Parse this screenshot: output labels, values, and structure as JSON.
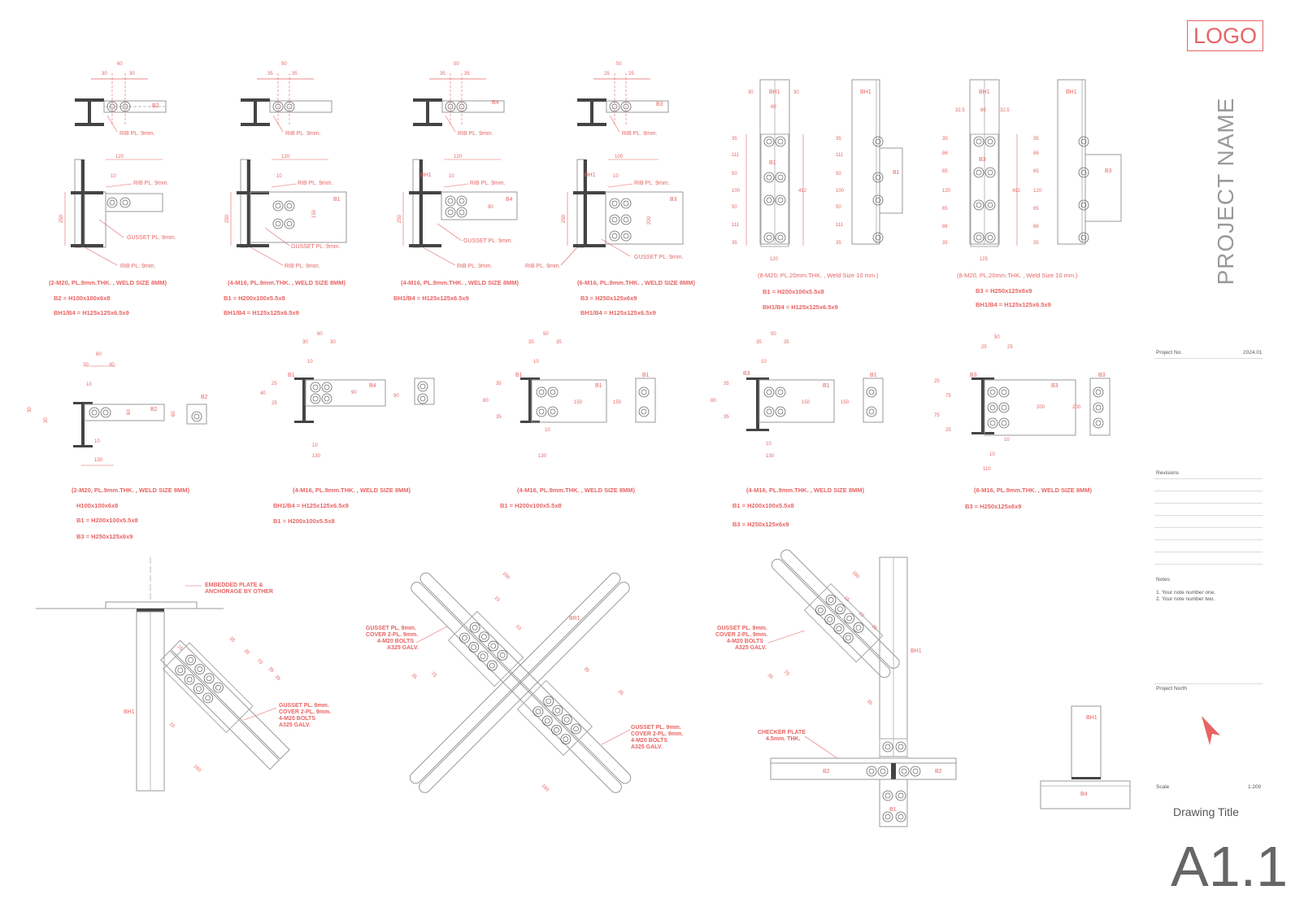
{
  "titleblock": {
    "logo": "LOGO",
    "project_name": "PROJECT NAME",
    "project_no_label": "Project No.",
    "project_no_value": "2024.01",
    "revisions_label": "Revisions",
    "notes_label": "Notes",
    "notes": [
      "1.  Your note number one.",
      "2.  Your note number two."
    ],
    "project_north_label": "Project North",
    "scale_label": "Scale",
    "scale_value": "1:200",
    "drawing_title": "Drawing Title",
    "sheet_number": "A1.1"
  },
  "colors": {
    "accent": "#e86464",
    "line": "#9a9a9a",
    "steel": "#444444"
  },
  "row1": {
    "details": [
      {
        "beam": "B2",
        "plan_dims": [
          "60",
          "30",
          "30"
        ],
        "elev_dims": [
          "120",
          "10",
          "250"
        ],
        "rib": "RIB PL. 9mm.",
        "gusset": "GUSSET PL. 9mm.",
        "spec": "(2-M20, PL.9mm.THK. , WELD SIZE 8MM)",
        "lines": [
          "B2 = H100x100x6x8",
          "BH1/B4 = H125x125x6.5x9"
        ]
      },
      {
        "beam": "B1",
        "plan_dims": [
          "50",
          "35",
          "35"
        ],
        "elev_dims": [
          "120",
          "10",
          "250",
          "150"
        ],
        "rib": "RIB PL. 9mm.",
        "gusset": "GUSSET PL. 9mm.",
        "spec": "(4-M16, PL.9mm.THK. , WELD SIZE 8MM)",
        "lines": [
          "B1 = H200x100x5.5x8",
          "BH1/B4 = H125x125x6.5x9"
        ]
      },
      {
        "beam": "B4",
        "top_beam": "BH1",
        "plan_dims": [
          "50",
          "35",
          "35"
        ],
        "elev_dims": [
          "120",
          "10",
          "250",
          "90"
        ],
        "rib": "RIB PL. 9mm.",
        "gusset": "GUSSET PL. 9mm.",
        "spec": "(4-M16, PL.9mm.THK. , WELD SIZE 8MM)",
        "lines": [
          "BH1/B4 = H125x125x6.5x9"
        ]
      },
      {
        "beam": "B3",
        "top_beam": "BH1",
        "plan_dims": [
          "50",
          "25",
          "25"
        ],
        "elev_dims": [
          "100",
          "10",
          "250",
          "200"
        ],
        "rib": "RIB PL. 9mm.",
        "gusset": "GUSSET PL. 9mm.",
        "spec": "(6-M16, PL.9mm.THK. , WELD SIZE 8MM)",
        "lines": [
          "B3 = H250x125x6x9",
          "BH1/B4 = H125x125x6.5x9"
        ]
      }
    ],
    "splices": [
      {
        "col": "BH1",
        "beam": "B1",
        "top_dims": [
          "30",
          "60",
          "30"
        ],
        "side_dims": [
          "35",
          "111",
          "50",
          "100",
          "50",
          "111",
          "35"
        ],
        "height": "492",
        "width": "120",
        "spec": "(8-M20, PL.20mm.THK. , Weld Size 10 mm.)",
        "lines": [
          "B1 = H200x100x5.5x8",
          "BH1/B4 = H125x125x6.5x9"
        ]
      },
      {
        "col": "BH1",
        "beam": "B3",
        "top_dims": [
          "32.5",
          "60",
          "32.5"
        ],
        "side_dims": [
          "35",
          "86",
          "65",
          "120",
          "65",
          "86",
          "35"
        ],
        "height": "492",
        "width": "125",
        "spec": "(8-M20, PL.20mm.THK. , Weld Size 10 mm.)",
        "lines": [
          "B3 = H250x125x6x9",
          "BH1/B4 = H125x125x6.5x9"
        ]
      }
    ]
  },
  "row2": {
    "details": [
      {
        "col": "",
        "beam": "B2",
        "top_dims": [
          "60",
          "30",
          "30",
          "10"
        ],
        "side_dims": [
          "30",
          "30"
        ],
        "bottom_dims": [
          "10",
          "130"
        ],
        "end_dim": "60",
        "spec": "(2-M20, PL.9mm.THK. , WELD SIZE 8MM)",
        "lines": [
          "H100x100x6x8",
          "B1 = H200x100x5.5x8",
          "B3 = H250x125x6x9"
        ]
      },
      {
        "col": "B1",
        "beam": "B4",
        "top_dims": [
          "60",
          "30",
          "30",
          "10"
        ],
        "side_dims": [
          "25",
          "40",
          "25"
        ],
        "bottom_dims": [
          "10",
          "130"
        ],
        "end_dim": "90",
        "spec": "(4-M16, PL.9mm.THK. , WELD SIZE 8MM)",
        "lines": [
          "BH1/B4 = H125x125x6.5x9",
          "B1 = H200x100x5.5x8"
        ]
      },
      {
        "col": "B1",
        "beam": "B1",
        "top_dims": [
          "50",
          "35",
          "35",
          "10"
        ],
        "side_dims": [
          "35",
          "80",
          "35"
        ],
        "bottom_dims": [
          "10",
          "130"
        ],
        "end_dim": "150",
        "spec": "(4-M16, PL.9mm.THK. , WELD SIZE 8MM)",
        "lines": [
          "B1 = H200x100x5.5x8"
        ]
      },
      {
        "col": "B3",
        "beam": "B1",
        "top_dims": [
          "50",
          "35",
          "35",
          "10"
        ],
        "side_dims": [
          "35",
          "80",
          "35"
        ],
        "bottom_dims": [
          "10",
          "130"
        ],
        "end_dim": "150",
        "spec": "(4-M16, PL.9mm.THK. , WELD SIZE 8MM)",
        "lines": [
          "B1 = H200x100x5.5x8",
          "B3 = H250x125x6x9"
        ]
      },
      {
        "col": "B3",
        "beam": "B3",
        "top_dims": [
          "50",
          "25",
          "25",
          "10"
        ],
        "side_dims": [
          "25",
          "75",
          "75",
          "25"
        ],
        "bottom_dims": [
          "10",
          "110"
        ],
        "end_dim": "200",
        "spec": "(6-M16, PL.9mm.THK. , WELD SIZE 8MM)",
        "lines": [
          "B3 = H250x125x6x9"
        ]
      }
    ]
  },
  "row3": {
    "base": {
      "note": [
        "EMBEDDED PLATE &",
        "ANCHORAGE BY OTHER"
      ],
      "col": "BH1",
      "gusset": [
        "GUSSET PL. 9mm.",
        "COVER 2-PL. 9mm.",
        "4-M20 BOLTS",
        "A325 GALV."
      ],
      "dims": [
        "35",
        "35",
        "70",
        "35",
        "35",
        "15",
        "10",
        "160"
      ]
    },
    "cross": {
      "brace": "BR1",
      "gusset": [
        "GUSSET PL. 9mm.",
        "COVER 2-PL. 9mm.",
        "4-M20 BOLTS",
        "A325 GALV."
      ],
      "dims": [
        "160",
        "15",
        "10",
        "35",
        "70",
        "35",
        "35"
      ]
    },
    "column": {
      "col": "BH1",
      "beam_left": "B2",
      "beam_right": "B2",
      "beam_below": "B1",
      "gusset": [
        "GUSSET PL. 9mm.",
        "COVER 2-PL. 9mm.",
        "4-M20 BOLTS",
        "A325 GALV."
      ],
      "checker": [
        "CHECKER PLATE",
        "4.5mm. THK."
      ],
      "dims": [
        "160",
        "15",
        "10",
        "35",
        "70",
        "35",
        "35"
      ]
    },
    "small": {
      "col": "BH1",
      "beam": "B4"
    }
  }
}
